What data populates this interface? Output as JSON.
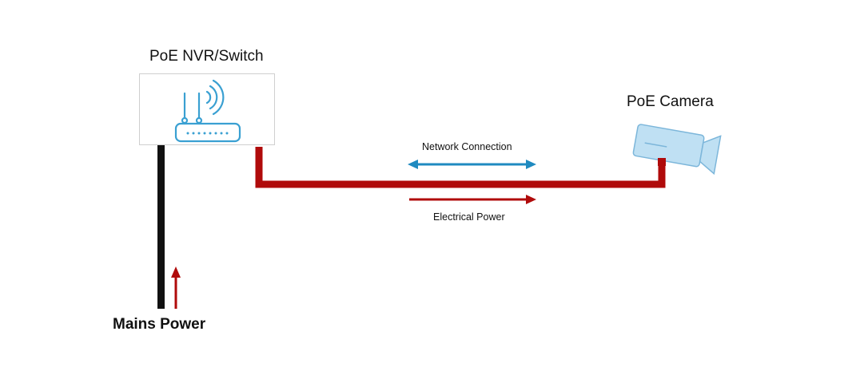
{
  "switch": {
    "title": "PoE NVR/Switch",
    "icon": "router-icon"
  },
  "camera": {
    "title": "PoE Camera",
    "icon": "camera-icon"
  },
  "links": {
    "network": {
      "label": "Network Connection",
      "color": "#1f8ac0"
    },
    "power": {
      "label": "Electrical Power",
      "color": "#b00b0b"
    }
  },
  "mains": {
    "label": "Mains Power"
  },
  "colors": {
    "cable": "#b00b0b",
    "mains_cable": "#111111",
    "camera_fill": "#bfe0f3",
    "camera_stroke": "#7cb6da",
    "router_stroke": "#3aa0d2"
  }
}
